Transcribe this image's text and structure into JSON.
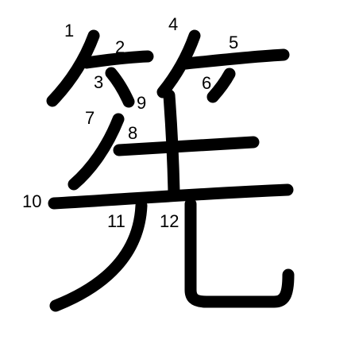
{
  "character": {
    "glyph": "筅",
    "stroke_count": 12,
    "stroke_color": "#000000",
    "label_color": "#000000",
    "background_color": "#ffffff"
  },
  "strokes": [
    {
      "number": "1"
    },
    {
      "number": "2"
    },
    {
      "number": "3"
    },
    {
      "number": "4"
    },
    {
      "number": "5"
    },
    {
      "number": "6"
    },
    {
      "number": "7"
    },
    {
      "number": "8"
    },
    {
      "number": "9"
    },
    {
      "number": "10"
    },
    {
      "number": "11"
    },
    {
      "number": "12"
    }
  ]
}
